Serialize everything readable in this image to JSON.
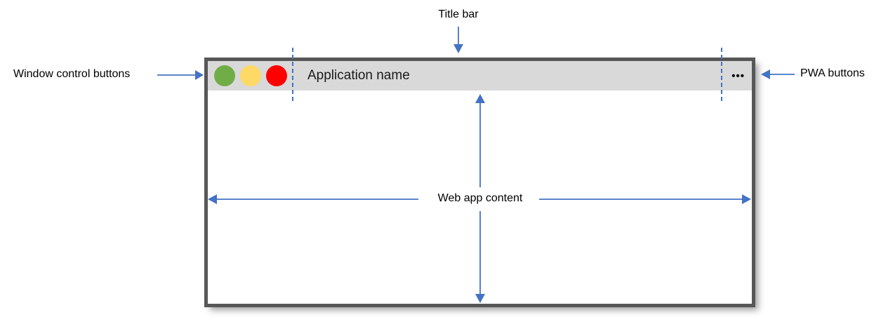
{
  "labels": {
    "title_bar": "Title bar",
    "window_control_buttons": "Window control buttons",
    "pwa_buttons": "PWA buttons",
    "web_app_content": "Web app content"
  },
  "window": {
    "app_name": "Application name",
    "pwa_menu": "•••",
    "control_buttons": [
      {
        "name": "green",
        "color": "#70ad47"
      },
      {
        "name": "yellow",
        "color": "#ffd966"
      },
      {
        "name": "red",
        "color": "#ff0000"
      }
    ]
  },
  "colors": {
    "arrow_blue": "#4472c4",
    "window_border": "#575757",
    "titlebar_bg": "#d9d9d9",
    "label_text": "#000000"
  }
}
